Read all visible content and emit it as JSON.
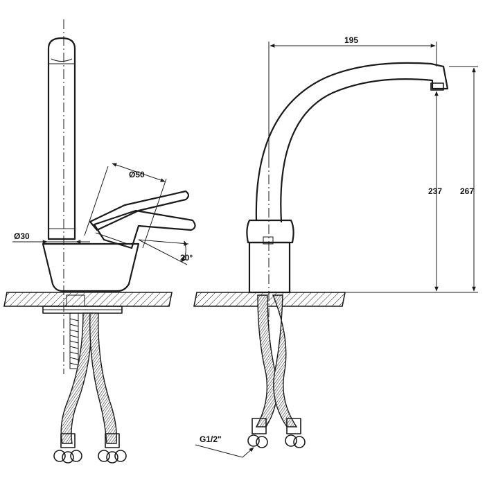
{
  "dimensions": {
    "spout_reach": "195",
    "spout_clearance": "237",
    "total_height": "267",
    "lever_diameter": "Ø50",
    "body_diameter": "Ø30",
    "lever_angle": "20°",
    "connection_thread": "G1/2\""
  },
  "colors": {
    "line": "#1a1a1a",
    "background": "#ffffff"
  }
}
